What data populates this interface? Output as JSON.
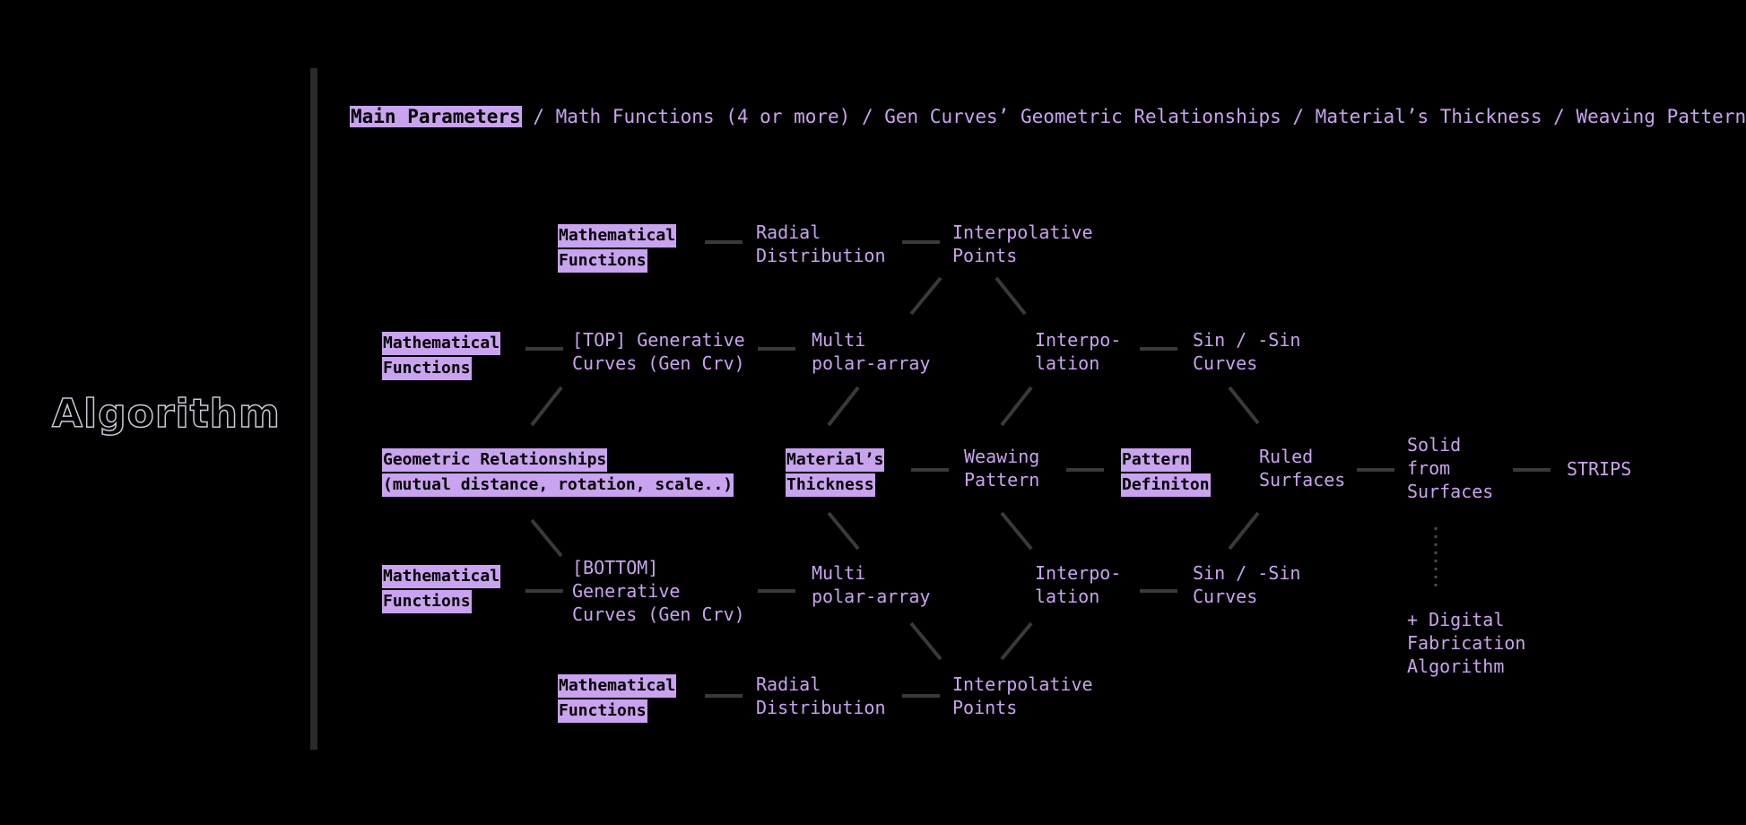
{
  "title": "Algorithm",
  "header": {
    "highlight": "Main Parameters",
    "rest": " / Math Functions (4 or more) / Gen Curves’ Geometric Relationships / Material’s Thickness / Weaving Pattern"
  },
  "nodes": {
    "math_top": [
      "Mathematical",
      "Functions"
    ],
    "radial_top": [
      "Radial",
      "Distribution"
    ],
    "interp_points_top": [
      "Interpolative",
      "Points"
    ],
    "math_upper": [
      "Mathematical",
      "Functions"
    ],
    "gen_top": [
      "[TOP] Generative",
      "Curves (Gen Crv)"
    ],
    "polar_top": [
      "Multi",
      "polar-array"
    ],
    "interp_top": [
      "Interpo-",
      "lation"
    ],
    "sin_top": [
      "Sin / -Sin",
      "Curves"
    ],
    "geo_rel": [
      "Geometric Relationships",
      "(mutual distance, rotation, scale..)"
    ],
    "material": [
      "Material’s ",
      "Thickness"
    ],
    "weaving": [
      "Weawing",
      "Pattern"
    ],
    "pattern_def": [
      "Pattern ",
      "Definiton"
    ],
    "ruled": [
      "Ruled",
      "Surfaces"
    ],
    "solid": [
      "Solid",
      "from",
      "Surfaces"
    ],
    "strips": [
      "STRIPS"
    ],
    "math_lower": [
      "Mathematical",
      "Functions"
    ],
    "gen_bottom": [
      "[BOTTOM]",
      "Generative",
      "Curves (Gen Crv)"
    ],
    "polar_bottom": [
      "Multi",
      "polar-array"
    ],
    "interp_bottom": [
      "Interpo-",
      "lation"
    ],
    "sin_bottom": [
      "Sin / -Sin",
      "Curves"
    ],
    "digital": [
      "+ Digital",
      "Fabrication",
      "Algorithm"
    ],
    "math_bottom": [
      "Mathematical",
      "Functions"
    ],
    "radial_bottom": [
      "Radial",
      "Distribution"
    ],
    "interp_points_bottom": [
      "Interpolative",
      "Points"
    ]
  },
  "colors": {
    "accent": "#c9a3ef",
    "background": "#000000",
    "connector": "#3a3a3a"
  }
}
